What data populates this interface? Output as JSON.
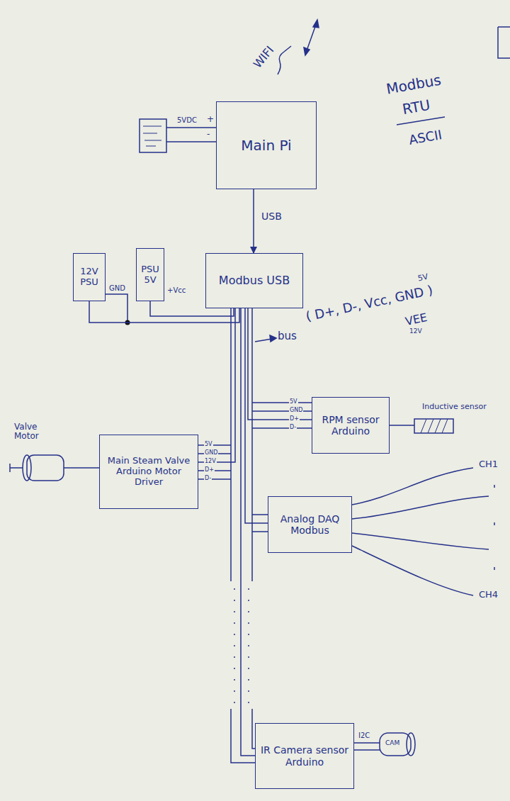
{
  "diagram": {
    "nodes": [
      {
        "text": [
          "Main Pi"
        ]
      },
      {
        "text": [
          "12V PSU"
        ]
      },
      {
        "text": [
          "PSU 5V"
        ]
      },
      {
        "text": [
          "Modbus USB"
        ]
      },
      {
        "text": [
          "RPM sensor Arduino"
        ]
      },
      {
        "text": [
          "Main Steam Valve Arduino Motor Driver"
        ]
      },
      {
        "text": [
          "Analog DAQ Modbus"
        ]
      },
      {
        "text": [
          "IR Camera sensor Arduino"
        ]
      }
    ],
    "edges": [
      {
        "from": 0,
        "to": 3,
        "label": "USB",
        "arrow": "to"
      },
      {
        "from": 1,
        "to": 3,
        "arrow": "none"
      },
      {
        "from": 2,
        "to": 3,
        "arrow": "none"
      },
      {
        "from": 3,
        "to": 4,
        "arrow": "none"
      },
      {
        "from": 3,
        "to": 5,
        "arrow": "none"
      },
      {
        "from": 3,
        "to": 6,
        "arrow": "none"
      },
      {
        "from": 3,
        "to": 7,
        "arrow": "none"
      }
    ],
    "labels": [
      "WIFI",
      "Modbus",
      "RTU",
      "ASCII",
      "5VDC",
      "+",
      "-",
      "GND",
      "+Vcc",
      "bus",
      "( D+, D-, Vcc, GND )",
      "5V",
      "VEE",
      "12V",
      "5V",
      "GND",
      "D+",
      "D-",
      "Inductive sensor",
      "5V",
      "GND",
      "12V",
      "D+",
      "D-",
      "Valve Motor",
      "CH1",
      "CH4",
      "I2C",
      "CAM"
    ]
  }
}
